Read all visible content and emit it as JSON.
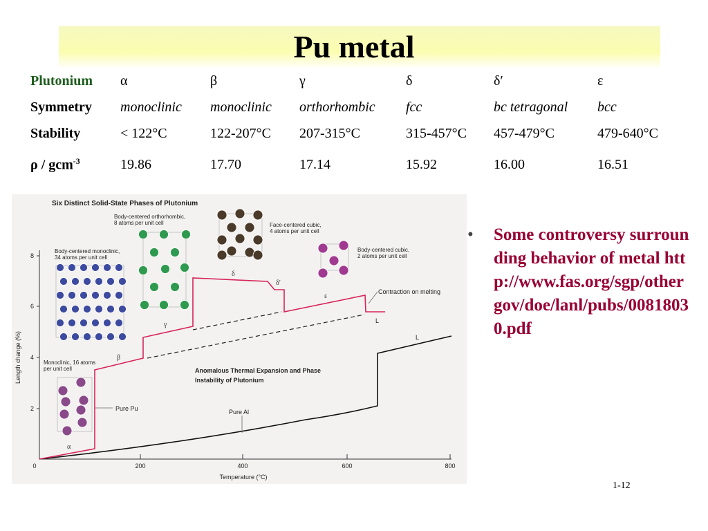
{
  "slide": {
    "title": "Pu metal",
    "page_number": "1-12",
    "bullet": "Some controversy surrounding behavior of metal http://www.fas.org/sgp/othergov/doe/lanl/pubs/00818030.pdf"
  },
  "table": {
    "row_headers": [
      "Plutonium",
      "Symmetry",
      "Stability",
      "ρ / gcm",
      "-3"
    ],
    "phases": [
      "α",
      "β",
      "γ",
      "δ",
      "δ′",
      "ε"
    ],
    "symmetry": [
      "monoclinic",
      "monoclinic",
      "orthorhombic",
      "fcc",
      "bc tetragonal",
      "bcc"
    ],
    "stability": [
      "< 122°C",
      "122-207°C",
      "207-315°C",
      "315-457°C",
      "457-479°C",
      "479-640°C"
    ],
    "density": [
      "19.86",
      "17.70",
      "17.14",
      "15.92",
      "16.00",
      "16.51"
    ]
  },
  "figure": {
    "title": "Six Distinct Solid-State Phases of Plutonium",
    "inner_title_1": "Anomalous Thermal Expansion and Phase",
    "inner_title_2": "Instability of Plutonium",
    "x_label": "Temperature (°C)",
    "y_label": "Length change (%)",
    "x_ticks": [
      "0",
      "200",
      "400",
      "600",
      "800"
    ],
    "y_ticks": [
      "2",
      "4",
      "6",
      "8"
    ],
    "annotations": {
      "pure_pu": "Pure Pu",
      "pure_al": "Pure Al",
      "contraction": "Contraction on melting",
      "liquid": "L",
      "alpha": "α",
      "beta": "β",
      "gamma": "γ",
      "delta": "δ",
      "delta_prime": "δ′",
      "epsilon": "ε"
    },
    "crystal_labels": {
      "monoclinic_1": "Monoclinic, 16 atoms",
      "monoclinic_2": "per unit cell",
      "bcm_1": "Body-centered monoclinic,",
      "bcm_2": "34 atoms per unit cell",
      "bco_1": "Body-centered orthorhombic,",
      "bco_2": "8 atoms per unit cell",
      "fcc_1": "Face-centered cubic,",
      "fcc_2": "4 atoms per unit cell",
      "bcc_1": "Body-centered cubic,",
      "bcc_2": "2 atoms per unit cell"
    },
    "colors": {
      "pu_curve": "#d8245a",
      "al_curve": "#000000",
      "alpha_atoms": "#8a4a8a",
      "beta_atoms": "#3c4aa0",
      "gamma_atoms": "#2f9a4f",
      "delta_atoms": "#4a3a2a",
      "epsilon_atoms": "#a03a90"
    }
  }
}
